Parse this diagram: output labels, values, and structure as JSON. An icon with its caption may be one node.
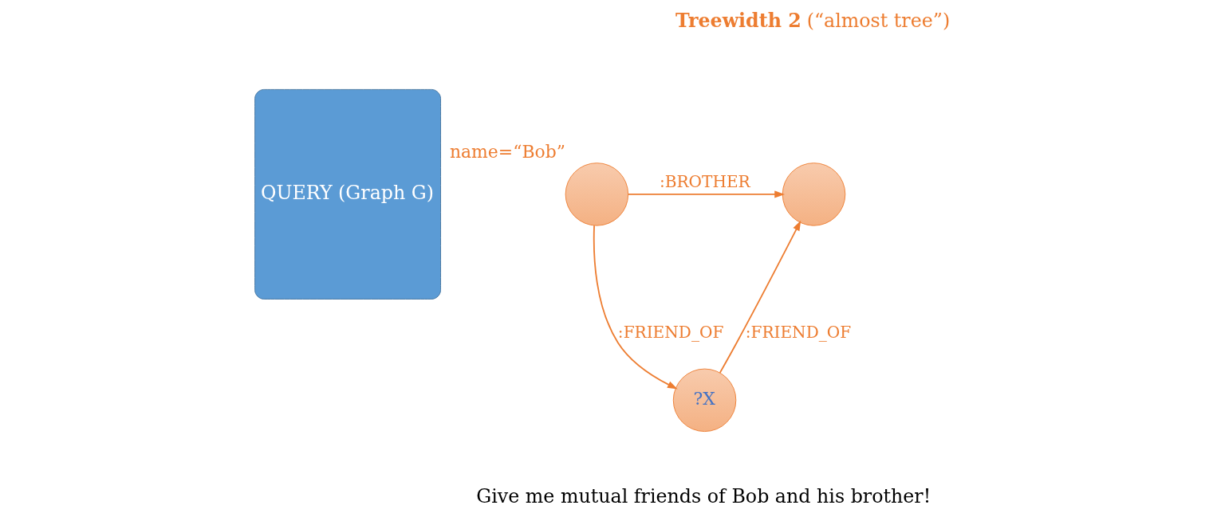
{
  "diagram": {
    "nodes": [
      {
        "text": [
          "QUERY (Graph G)"
        ]
      },
      {
        "text": [],
        "shape": "circle",
        "beside": [
          "name=“Bob”"
        ]
      },
      {
        "text": [],
        "shape": "circle"
      },
      {
        "text": [
          "?X"
        ]
      }
    ],
    "edges": [
      {
        "from": 1,
        "to": 2,
        "arrow": "to",
        "label": ":BROTHER"
      },
      {
        "from": 1,
        "to": 3,
        "arrow": "to",
        "label": ":FRIEND_OF"
      },
      {
        "from": 3,
        "to": 2,
        "arrow": "to",
        "label": ":FRIEND_OF"
      }
    ],
    "labels": [
      "**Treewidth 2** (“almost tree”)",
      "Give me mutual friends of Bob and his brother!"
    ]
  }
}
